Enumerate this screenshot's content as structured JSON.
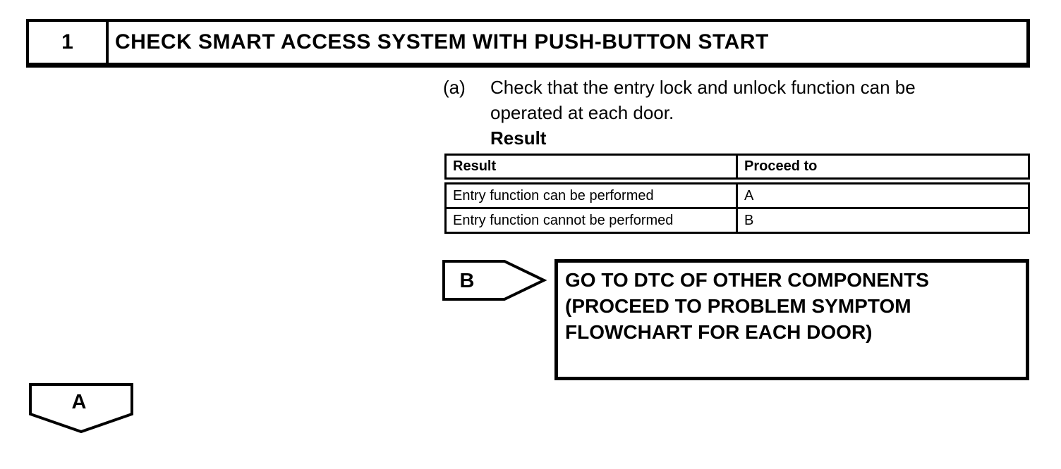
{
  "page": {
    "background": "#ffffff",
    "ink": "#000000"
  },
  "step": {
    "number": "1",
    "title": "CHECK SMART ACCESS SYSTEM WITH PUSH-BUTTON START"
  },
  "instruction": {
    "marker": "(a)",
    "text": "Check that the entry lock and unlock function can be\noperated at each door.",
    "result_label": "Result"
  },
  "result_table": {
    "headers": [
      "Result",
      "Proceed to"
    ],
    "rows": [
      {
        "result": "Entry function can be performed",
        "proceed_to": "A"
      },
      {
        "result": "Entry function cannot be performed",
        "proceed_to": "B"
      }
    ]
  },
  "connectors": {
    "b": {
      "label": "B",
      "action": "GO TO DTC OF OTHER COMPONENTS\n(PROCEED TO PROBLEM SYMPTOM\nFLOWCHART FOR EACH DOOR)"
    },
    "a": {
      "label": "A"
    }
  }
}
